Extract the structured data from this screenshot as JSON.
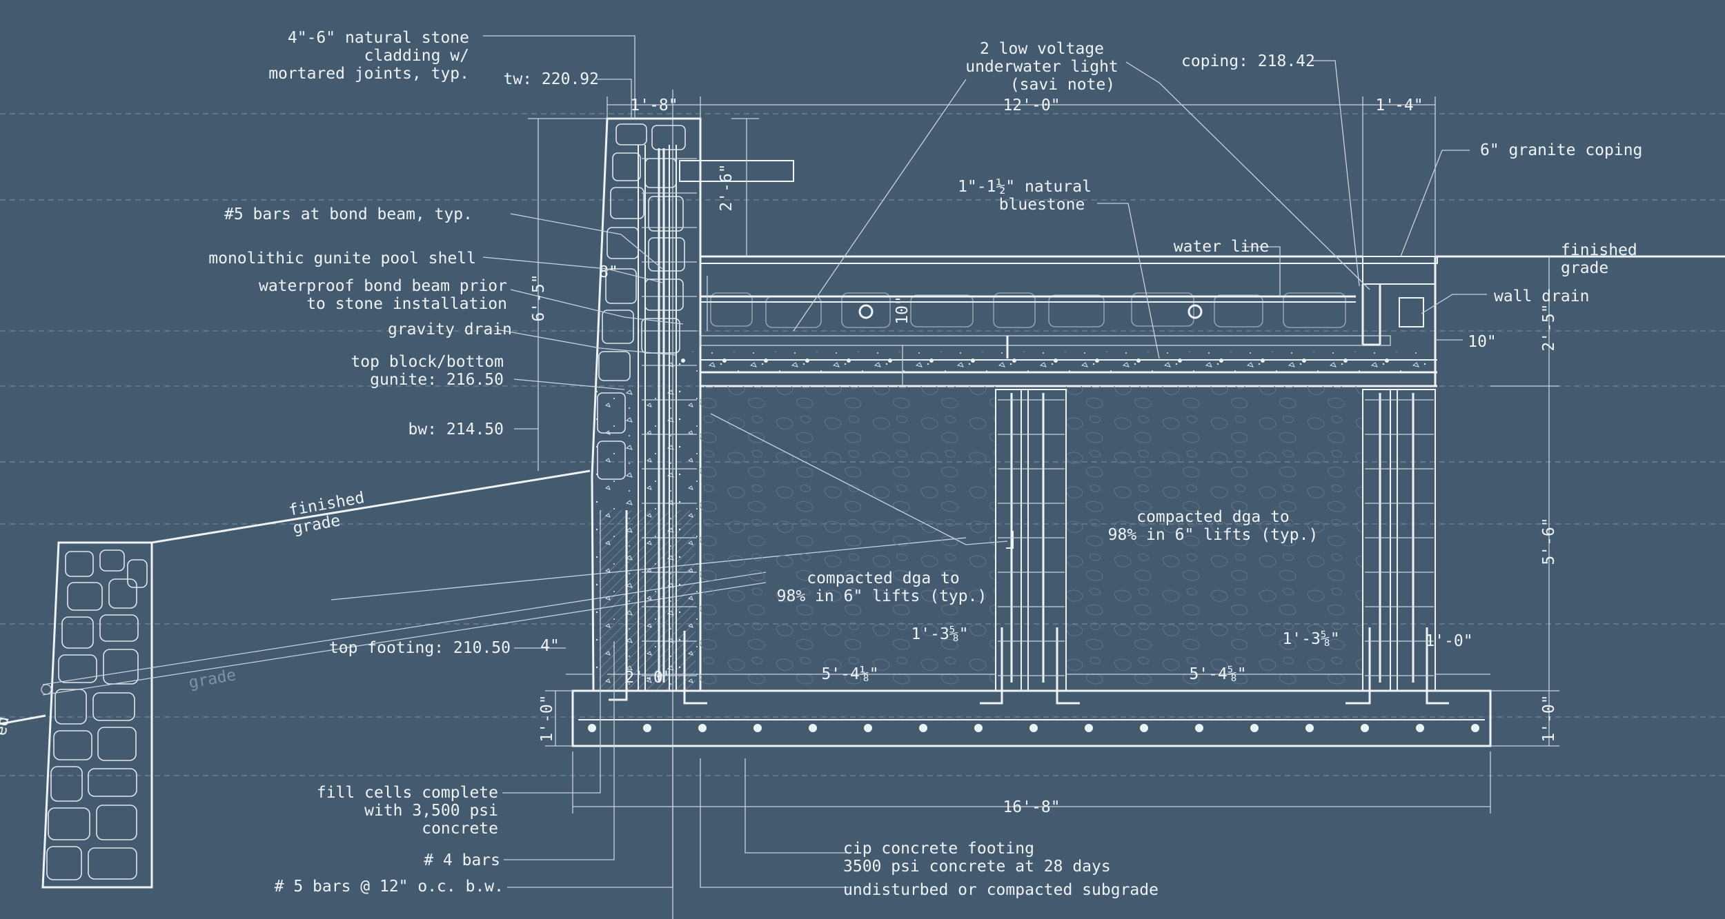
{
  "colors": {
    "background": "#445a6e",
    "linework": "#eef3f7"
  },
  "labels": {
    "stone_cladding": [
      "4\"-6\" natural stone",
      "cladding w/",
      "mortared joints, typ."
    ],
    "tw": "tw: 220.92",
    "bond_beam_bars": "#5 bars at bond beam, typ.",
    "gunite_shell": "monolithic gunite pool shell",
    "waterproof": [
      "waterproof bond beam prior",
      "to stone installation"
    ],
    "gravity_drain": "gravity drain",
    "top_block": [
      "top block/bottom",
      "gunite: 216.50"
    ],
    "bw": "bw: 214.50",
    "finished_grade_left": [
      "finished",
      "grade"
    ],
    "faint_grade": "grade",
    "top_footing": "top footing: 210.50",
    "fill_cells": [
      "fill cells complete",
      "with 3,500 psi",
      "concrete"
    ],
    "bars_4": "# 4 bars",
    "bars_5": "# 5 bars @ 12\" o.c. b.w.",
    "light": [
      "2 low voltage",
      "underwater light",
      "(savi note)"
    ],
    "coping_elev": "coping: 218.42",
    "granite_coping": "6\" granite coping",
    "bluestone": [
      "1\"-1½\" natural",
      "bluestone"
    ],
    "water_line": "water line",
    "finished_grade_right": [
      "finished",
      "grade"
    ],
    "wall_drain": "wall drain",
    "dga_center": [
      "compacted dga to",
      "98% in 6\" lifts (typ.)"
    ],
    "dga_right": [
      "compacted dga to",
      "98% in 6\" lifts (typ.)"
    ],
    "cip_footing": [
      "cip concrete footing",
      "3500 psi concrete at 28 days"
    ],
    "subgrade": "undisturbed or compacted subgrade",
    "left_edge_text": "ed"
  },
  "dims": {
    "d_1_8": "1'-8\"",
    "d_12_0": "12'-0\"",
    "d_1_4": "1'-4\"",
    "d_2_6": "2'-6\"",
    "d_6_5": "6'-5\"",
    "d_8": "8\"",
    "d_10_pool": "10\"",
    "d_10_right": "10\"",
    "d_2_5": "2'-5\"",
    "d_5_6": "5'-6\"",
    "d_1_0_left": "1'-0\"",
    "d_1_0_right": "1'-0\"",
    "d_1_0_horiz": "1'-0\"",
    "d_4": "4\"",
    "d_2_0": "2'-0\"",
    "d_5_4_1": "5'-4⅛\"",
    "d_5_4_2": "5'-4⅝\"",
    "d_1_3_1": "1'-3⅝\"",
    "d_1_3_2": "1'-3⅝\"",
    "d_16_8": "16'-8\""
  }
}
